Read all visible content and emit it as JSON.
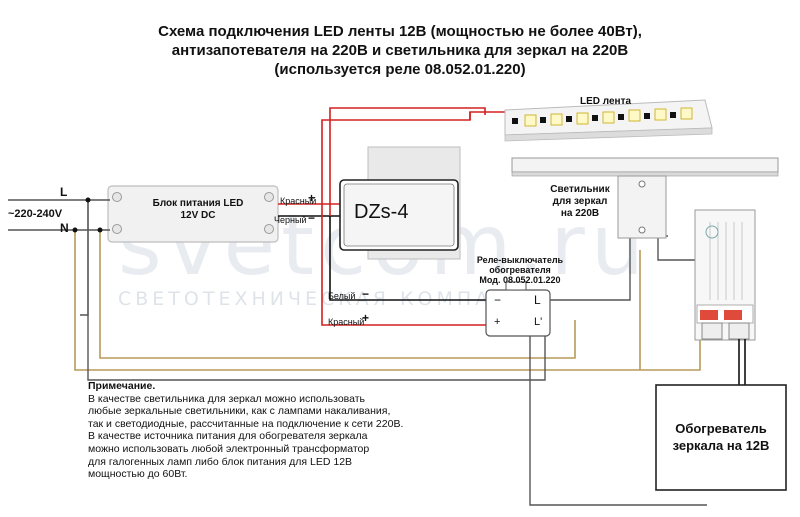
{
  "title": {
    "line1": "Схема подключения LED ленты 12В (мощностью не более 40Вт),",
    "line2": "антизапотевателя на 220В и светильника для зеркал на 220В",
    "line3": "(используется реле 08.052.01.220)"
  },
  "mains": {
    "l": "L",
    "voltage": "~220-240V",
    "n": "N"
  },
  "power_supply": {
    "line1": "Блок питания LED",
    "line2": "12V DC"
  },
  "psu_out": {
    "red": "Красный",
    "black": "Черный",
    "plus": "+",
    "minus": "−"
  },
  "dzs": {
    "label": "DZs-4"
  },
  "led_strip": {
    "label": "LED лента"
  },
  "lamp": {
    "line1": "Светильник",
    "line2": "для зеркал",
    "line3": "на 220В"
  },
  "relay": {
    "line1": "Реле-выключатель",
    "line2": "обогревателя",
    "line3": "Мод. 08.052.01.220",
    "minus": "−",
    "plus": "+",
    "l": "L",
    "l_prime": "L'"
  },
  "relay_in": {
    "white": "Белый",
    "red": "Красный",
    "minus": "−",
    "plus": "+"
  },
  "heater": {
    "line1": "Обогреватель",
    "line2": "зеркала на 12В"
  },
  "note": {
    "title": "Примечание.",
    "lines": [
      "В качестве светильника для зеркал можно использовать",
      "любые зеркальные светильники, как с лампами накаливания,",
      "так и светодиодные, рассчитанные на подключение к сети 220В.",
      "В качестве источника питания для обогревателя зеркала",
      "можно использовать любой электронный трансформатор",
      "для галогенных ламп либо блок питания для LED 12В",
      "мощностью до 60Вт."
    ]
  },
  "watermark": {
    "big": "svetcom.ru",
    "small": "СВЕТОТЕХНИЧЕСКАЯ КОМПАНИЯ"
  },
  "colors": {
    "red_wire": "#d42020",
    "black_wire": "#111111",
    "neutral_wire": "#b89a5a",
    "gray_wire": "#888888"
  }
}
